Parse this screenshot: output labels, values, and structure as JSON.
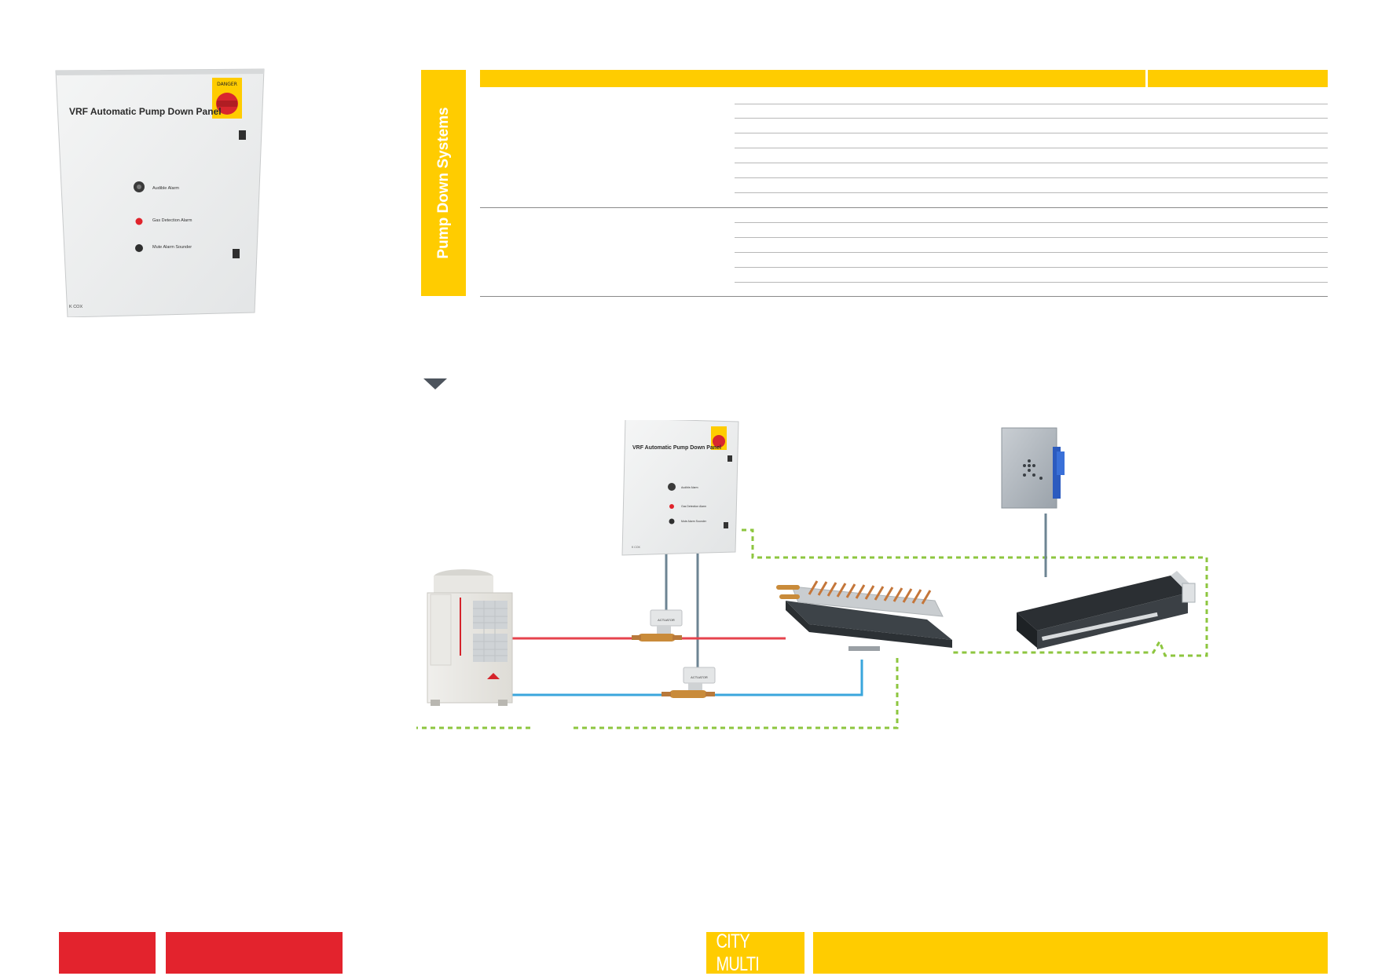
{
  "side_tab": {
    "title": "Pump Down Systems"
  },
  "product_photo": {
    "title": "VRF Automatic Pump Down Panel",
    "labels": [
      "Audible Alarm",
      "Gas Detection Alarm",
      "Mute Alarm Sounder"
    ],
    "warning_label": "DANGER",
    "maker_mark": "K COX"
  },
  "diagram": {
    "panel_title": "VRF Automatic Pump Down Panel",
    "panel_labels": [
      "Audible Alarm",
      "Gas Detection Alarm",
      "Mute Alarm Sounder"
    ],
    "panel_maker_mark": "K COX",
    "valve_label": "ACTUATOR",
    "colors": {
      "liquid_line": "#e6434d",
      "gas_line": "#3aa6dc",
      "signal_wiring": "#8dc63f",
      "control_cable": "#6d8493"
    },
    "icons": [
      "outdoor-unit",
      "pump-down-panel",
      "gas-leak-detector",
      "ceiling-cassette-unit",
      "ducted-indoor-unit",
      "actuated-valve-liquid",
      "actuated-valve-gas"
    ]
  },
  "footer": {
    "brand": "CITY MULTI"
  },
  "colors": {
    "yellow": "#ffcc00",
    "red": "#e3232d",
    "slate": "#4d545d"
  }
}
